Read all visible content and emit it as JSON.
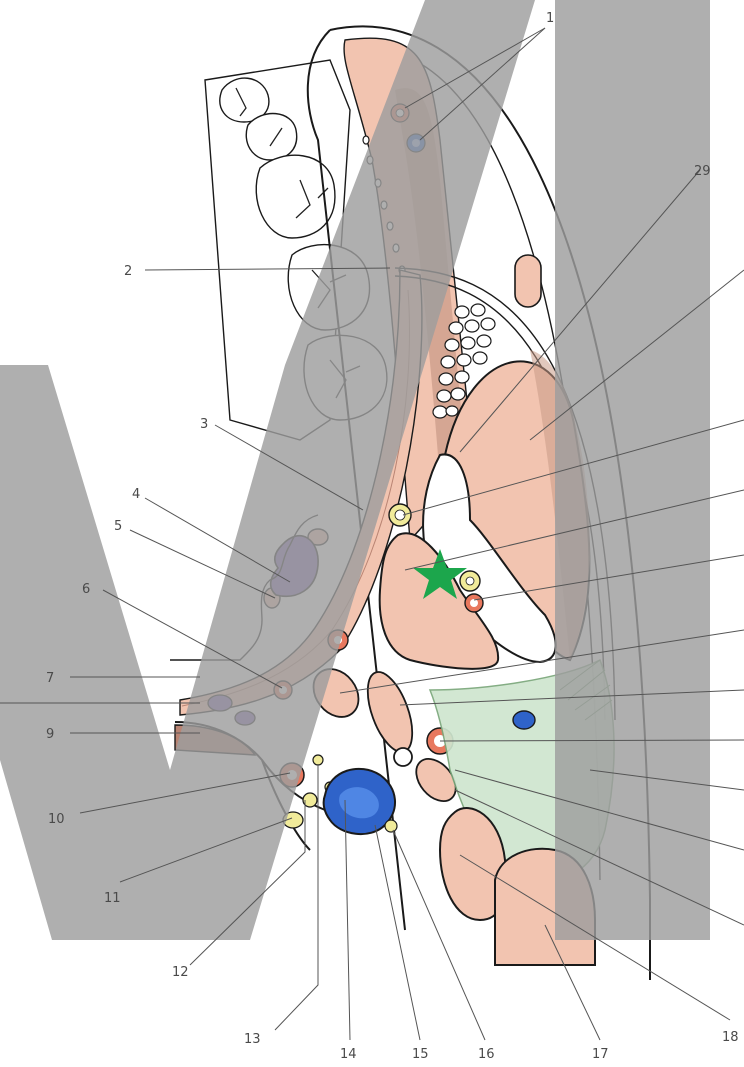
{
  "diagram": {
    "labels": {
      "l1": "1",
      "l2": "2",
      "l3": "3",
      "l4": "4",
      "l5": "5",
      "l6": "6",
      "l7": "7",
      "l9": "9",
      "l10": "10",
      "l11": "11",
      "l12": "12",
      "l13": "13",
      "l14": "14",
      "l15": "15",
      "l16": "16",
      "l17": "17",
      "l18": "18",
      "l29": "29"
    },
    "colors": {
      "muscle": "#f2c4b0",
      "muscle_dark": "#b98473",
      "artery": "#e8785e",
      "vein": "#2f63c9",
      "nerve": "#f1eb9a",
      "gland": "#cfe6cf",
      "lymph": "#7e64b6",
      "watermark": "#9e9e9e",
      "star": "#1ca64c"
    }
  }
}
